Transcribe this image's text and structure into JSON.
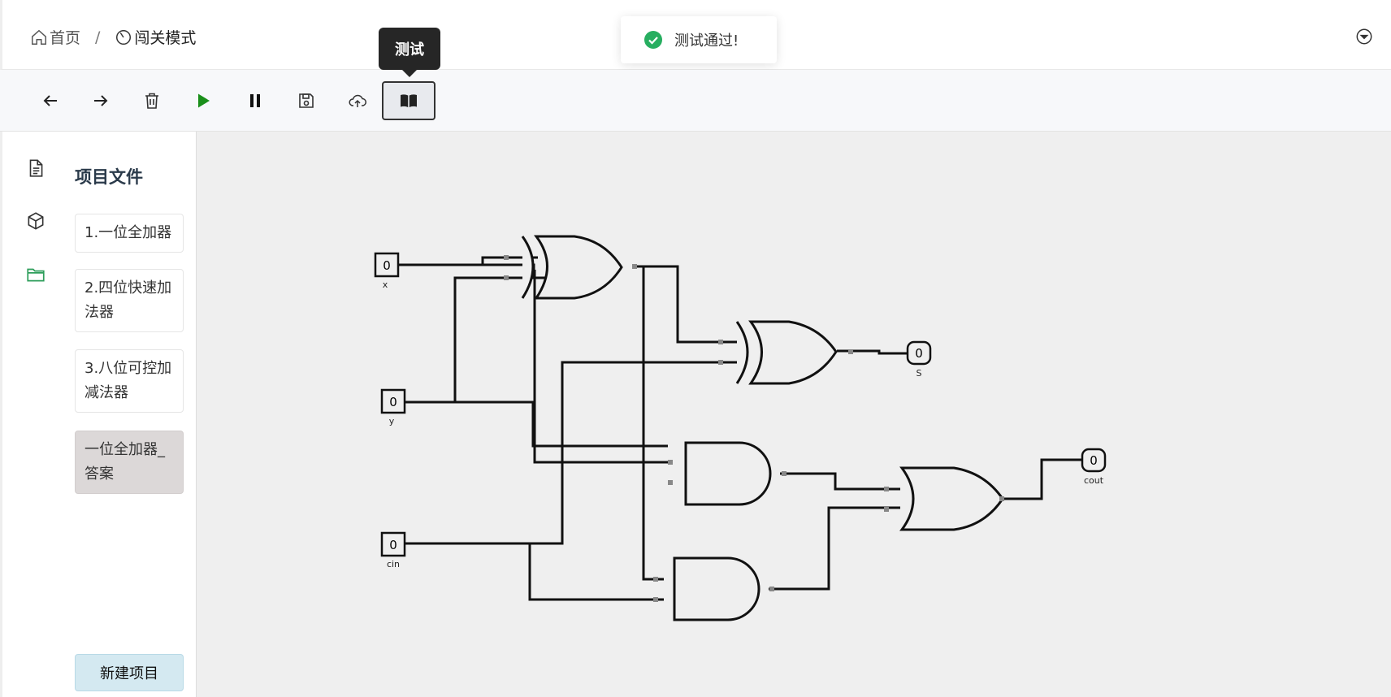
{
  "breadcrumb": {
    "home": "首页",
    "separator": "/",
    "current": "闯关模式"
  },
  "toast": {
    "message": "测试通过!"
  },
  "tooltip": {
    "text": "测试"
  },
  "toolbar": {
    "buttons": [
      {
        "name": "undo",
        "icon": "arrow-left-icon"
      },
      {
        "name": "redo",
        "icon": "arrow-right-icon"
      },
      {
        "name": "delete",
        "icon": "trash-icon"
      },
      {
        "name": "run",
        "icon": "play-icon"
      },
      {
        "name": "pause",
        "icon": "pause-icon"
      },
      {
        "name": "save",
        "icon": "save-icon"
      },
      {
        "name": "upload",
        "icon": "cloud-upload-icon"
      },
      {
        "name": "test",
        "icon": "book-icon",
        "active": true
      }
    ]
  },
  "rail": {
    "icons": [
      "document-icon",
      "cube-icon",
      "folder-icon"
    ],
    "active": "folder-icon",
    "active_color": "#2e9e5b"
  },
  "panel": {
    "title": "项目文件",
    "projects": [
      {
        "line1": "1.一位全加器",
        "line2": ""
      },
      {
        "line1": "2.四位快速加",
        "line2": "法器"
      },
      {
        "line1": "3.八位可控加",
        "line2": "减法器"
      },
      {
        "line1": "一位全加器_",
        "line2": "答案",
        "selected": true
      }
    ],
    "new_button": "新建项目"
  },
  "circuit": {
    "inputs": [
      {
        "label": "x",
        "value": "0"
      },
      {
        "label": "y",
        "value": "0"
      },
      {
        "label": "cin",
        "value": "0"
      }
    ],
    "outputs": [
      {
        "label": "S",
        "value": "0"
      },
      {
        "label": "cout",
        "value": "0"
      }
    ],
    "gates": [
      "xor",
      "xor",
      "and",
      "and",
      "or"
    ]
  },
  "colors": {
    "play": "#1a8f1a",
    "toast_success": "#27ae60",
    "tooltip_bg": "#262626"
  }
}
